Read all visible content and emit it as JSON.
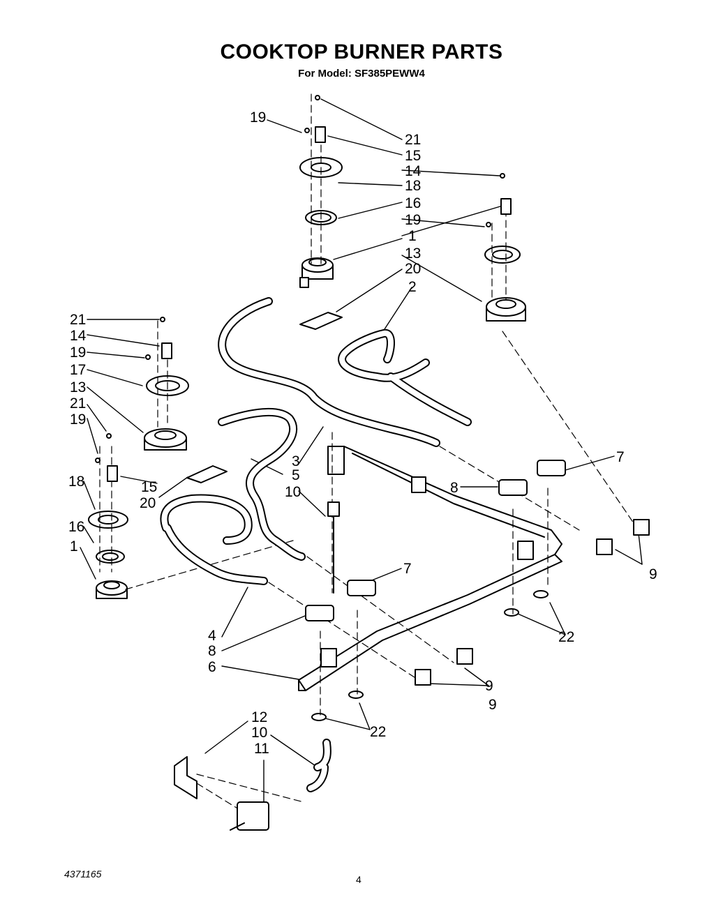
{
  "header": {
    "title": "COOKTOP BURNER PARTS",
    "subtitle": "For Model: SF385PEWW4"
  },
  "footer": {
    "part_number": "4371165",
    "page_number": "4"
  },
  "callouts": [
    "19",
    "21",
    "15",
    "14",
    "18",
    "16",
    "19",
    "1",
    "13",
    "20",
    "2",
    "21",
    "14",
    "19",
    "17",
    "13",
    "21",
    "19",
    "15",
    "20",
    "18",
    "16",
    "1",
    "3",
    "5",
    "10",
    "7",
    "8",
    "9",
    "7",
    "9",
    "22",
    "4",
    "8",
    "6",
    "9",
    "22",
    "12",
    "10",
    "11"
  ]
}
